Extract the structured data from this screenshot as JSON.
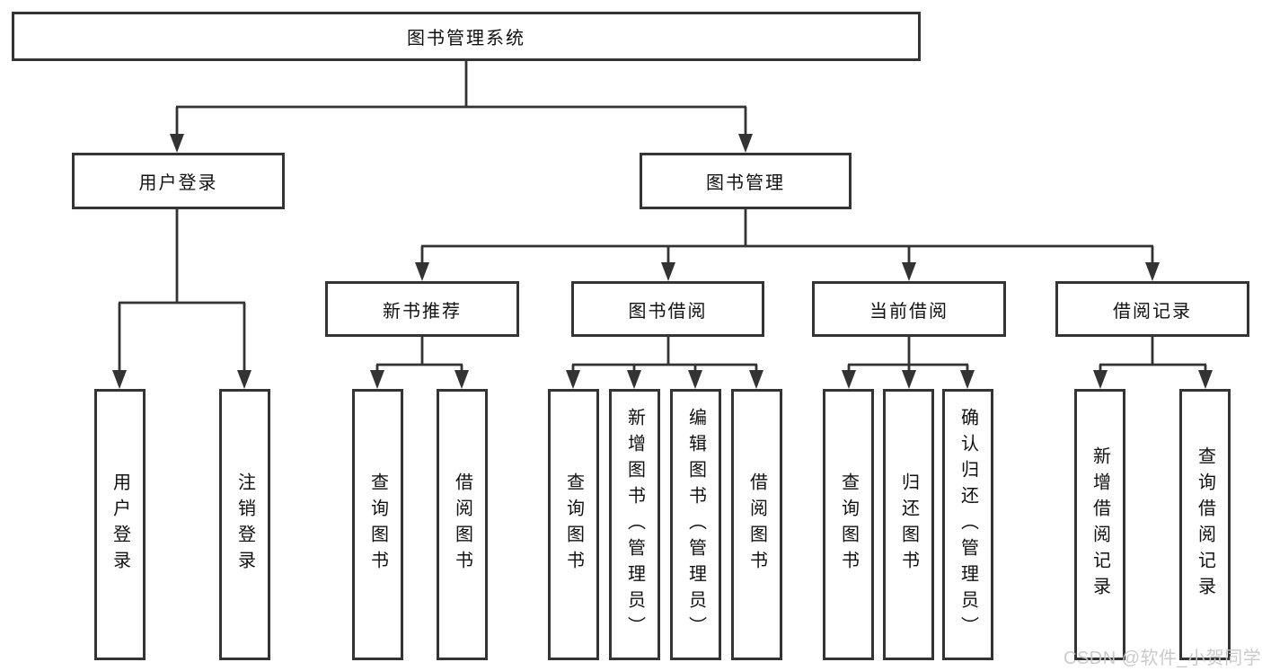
{
  "diagram": {
    "root_label": "图书管理系统",
    "level2": [
      {
        "label": "用户登录",
        "leaves": [
          "用户登录",
          "注销登录"
        ]
      },
      {
        "label": "图书管理"
      }
    ],
    "level3": [
      {
        "label": "新书推荐",
        "leaves": [
          "查询图书",
          "借阅图书"
        ]
      },
      {
        "label": "图书借阅",
        "leaves": [
          "查询图书",
          "新增图书（管理员）",
          "编辑图书（管理员）",
          "借阅图书"
        ]
      },
      {
        "label": "当前借阅",
        "leaves": [
          "查询图书",
          "归还图书",
          "确认归还（管理员）"
        ]
      },
      {
        "label": "借阅记录",
        "leaves": [
          "新增借阅记录",
          "查询借阅记录"
        ]
      }
    ]
  },
  "watermark": {
    "text": "CSDN @软件_小贺同学"
  },
  "colors": {
    "line": "#333333",
    "border": "#343434",
    "text": "#111111",
    "background": "#ffffff",
    "watermark": "#c8c8c8"
  }
}
